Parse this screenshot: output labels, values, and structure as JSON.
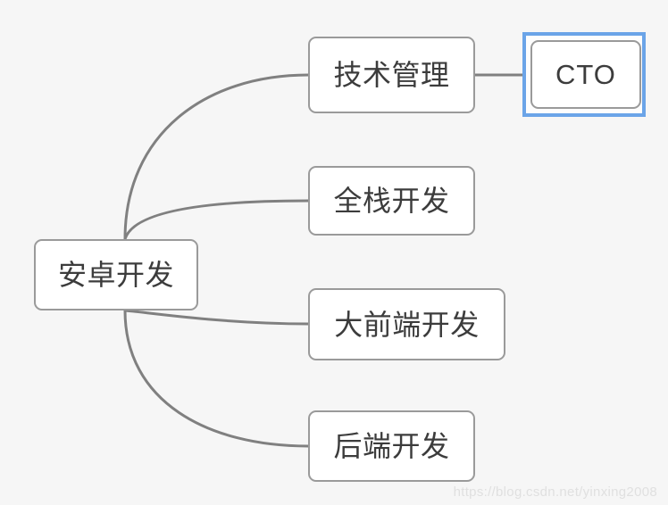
{
  "diagram": {
    "type": "mind-map",
    "background_color": "#f6f6f6",
    "node_border_color": "#9a9a9a",
    "node_fill_color": "#ffffff",
    "connector_color": "#808080",
    "selection_color": "#6ba4e8",
    "text_color": "#3c3c3c",
    "root": {
      "id": "root",
      "label": "安卓开发"
    },
    "branches": [
      {
        "id": "tech-management",
        "label": "技术管理",
        "children": [
          {
            "id": "cto",
            "label": "CTO",
            "selected": true
          }
        ]
      },
      {
        "id": "fullstack",
        "label": "全栈开发",
        "children": []
      },
      {
        "id": "frontend",
        "label": "大前端开发",
        "children": []
      },
      {
        "id": "backend",
        "label": "后端开发",
        "children": []
      }
    ]
  },
  "watermark": {
    "text": "https://blog.csdn.net/yinxing2008"
  }
}
